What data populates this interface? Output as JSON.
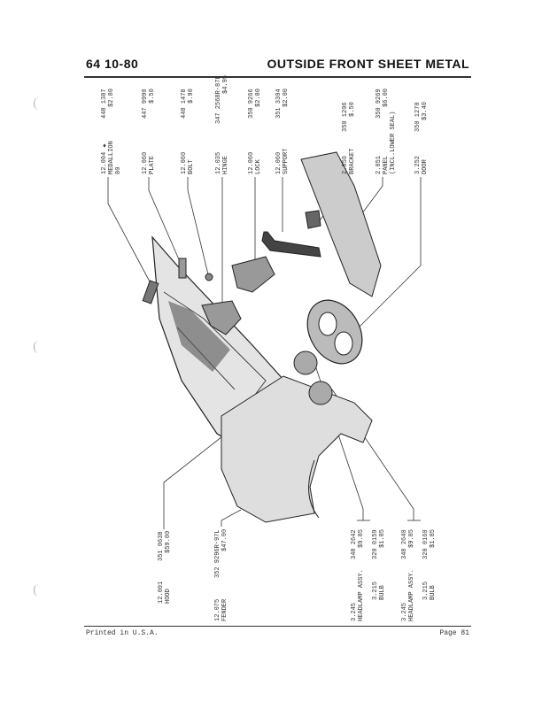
{
  "header": {
    "page_code": "64 10-80",
    "title": "OUTSIDE FRONT SHEET METAL"
  },
  "footer": {
    "printed": "Printed in U.S.A.",
    "page": "Page 81"
  },
  "top_parts": [
    {
      "code": "12.004 ♦",
      "part": "448 1387",
      "name": "MEDALLION",
      "price": "$2.80",
      "extra": "80"
    },
    {
      "code": "12.060",
      "part": "447 9990",
      "name": "PLATE",
      "price": "$.50"
    },
    {
      "code": "12.060",
      "part": "448 1478",
      "name": "BOLT",
      "price": "$.90"
    },
    {
      "code": "12.035",
      "part": "347 2568R-87L",
      "name": "HINGE",
      "price": "$4.95"
    },
    {
      "code": "12.060",
      "part": "350 9266",
      "name": "LOCK",
      "price": "$2.80"
    },
    {
      "code": "12.060",
      "part": "351 3304",
      "name": "SUPPORT",
      "price": "$2.00"
    },
    {
      "code": "2.050",
      "part": "350 1206",
      "name": "BRACKET",
      "price": "$.50"
    },
    {
      "code": "2.051",
      "part": "350 9269",
      "name": "PANEL",
      "price": "$6.00",
      "extra": "(INCL.LOWER SEAL)"
    },
    {
      "code": "3.252",
      "part": "350 1270",
      "name": "DOOR",
      "price": "$3.40"
    }
  ],
  "bottom_parts": [
    {
      "code": "12.001",
      "part": "351 0638",
      "name": "HOOD",
      "price": "$59.00"
    },
    {
      "code": "12.075",
      "part": "352 9296R-97L",
      "name": "FENDER",
      "price": "$47.00"
    },
    {
      "code": "3.245",
      "part": "348 2642",
      "name": "HEADLAMP ASSY.",
      "price": "$9.85"
    },
    {
      "code": "3.215",
      "part": "320 0159",
      "name": "BULB",
      "price": "$1.85"
    },
    {
      "code": "3.245",
      "part": "348 2640",
      "name": "HEADLAMP ASSY.",
      "price": "$9.85"
    },
    {
      "code": "3.215",
      "part": "320 0160",
      "name": "BULB",
      "price": "$1.85"
    }
  ]
}
